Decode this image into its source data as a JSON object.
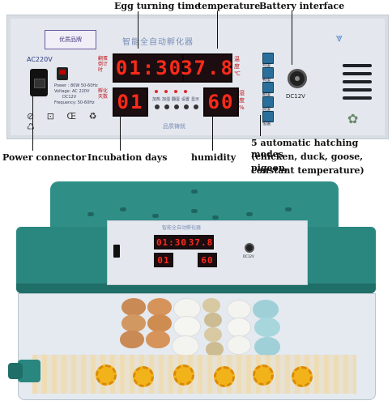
{
  "callouts": {
    "egg_turning_time": "Egg turning time",
    "temperature": "temperature",
    "battery_interface": "Battery interface",
    "power_connector": "Power connector",
    "incubation_days": "Incubation days",
    "humidity": "humidity",
    "hatching_modes": [
      "5 automatic hatching modes",
      "(chicken, duck, goose, pigeon,",
      "constant temperature)"
    ]
  },
  "panel": {
    "title_cn": "智能全自动孵化器",
    "brand_badge": "优质品牌",
    "ac_label": "AC220V",
    "power_specs": [
      "Power : 80W  50-60Hz",
      "Voltage: AC 220V",
      "DC12V",
      "Frequency: 50-60Hz"
    ],
    "turn_label": "翻蛋倒计时",
    "days_label": "孵化天数",
    "temp_unit": "温度 ℃",
    "hum_unit": "湿度 %",
    "indicator_labels": [
      "加热",
      "加湿",
      "翻蛋",
      "设置",
      "显示"
    ],
    "bottom_cn": "品质铸就",
    "dc_label": "DC12V",
    "mode_labels": [
      "鸡蛋",
      "鸭蛋",
      "鹅蛋",
      "鸽蛋",
      "恒温"
    ],
    "displays": {
      "turn_time": "01:30",
      "temperature": "37.8",
      "days": "01",
      "humidity": "60"
    }
  },
  "machine": {
    "title_cn": "智能全自动孵化器",
    "turn_time": "01:30",
    "temperature": "37.8",
    "days": "01",
    "humidity": "60",
    "dc_label": "DC12V"
  },
  "colors": {
    "lid": "#2f8f87",
    "lid_dark": "#1f6e68",
    "display_red": "#ff2a1a",
    "gear": "#f2b21a"
  }
}
